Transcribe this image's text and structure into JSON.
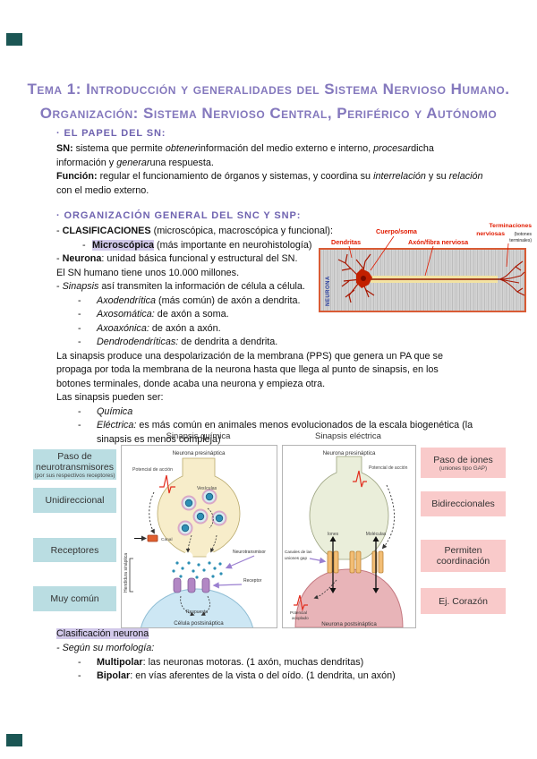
{
  "colors": {
    "title_purple": "#8478bd",
    "heading_purple": "#6f63b0",
    "highlight_lavender": "#d2c9ea",
    "teal_box": "#badde2",
    "pink_box": "#f9caca",
    "red_label": "#e11b00",
    "figure_border": "#d95b35",
    "neurona_blue": "#2a3f9f",
    "corner_mark": "#1b5654"
  },
  "header": {
    "title_line1": "Tema 1: Introducción y generalidades del Sistema Nervioso Humano.",
    "title_line2": "Organización: Sistema Nervioso Central, Periférico y Autónomo"
  },
  "papel": {
    "heading": "· EL PAPEL DEL SN:",
    "sn_label": "SN:",
    "sn_t1": " sistema que permite ",
    "sn_i1": "obtener",
    "sn_t2": "información del medio externo e interno, ",
    "sn_i2": "procesar",
    "sn_t3": "dicha información y ",
    "sn_i3": "generar",
    "sn_t4": "una respuesta.",
    "fn_label": "Función:",
    "fn_t1": " regular el funcionamiento de órganos y sistemas, y coordina su ",
    "fn_i1": "interrelación",
    "fn_t2": " y su ",
    "fn_i2": "relación",
    "fn_t3": " con el medio externo."
  },
  "org": {
    "heading": "· ORGANIZACIÓN GENERAL DEL SNC Y SNP:",
    "dash": "-",
    "l1_pre": "- ",
    "l1_b": "CLASIFICACIONES",
    "l1_rest": " (microscópica, macroscópica y funcional):",
    "micro_hl": "Microscópica",
    "micro_rest": " (más importante en neurohistología)",
    "l2_pre": "- ",
    "l2_b": "Neurona",
    "l2_rest": ": unidad básica funcional y estructural del SN.",
    "l3": "El SN humano tiene unos 10.000 millones.",
    "l4_pre": "- ",
    "l4_i": "Sinapsis",
    "l4_rest": " así transmiten la información de célula a célula.",
    "s1_i": "Axodendrítica",
    "s1_rest": " (más común) de axón a dendrita.",
    "s2_i": "Axosomática:",
    "s2_rest": " de axón a soma.",
    "s3_i": "Axoaxónica:",
    "s3_rest": " de axón a axón.",
    "s4_i": "Dendrodendríticas:",
    "s4_rest": " de dendrita a dendrita.",
    "para": "La sinapsis produce una despolarización de la membrana (PPS) que genera un PA que se propaga por toda la membrana de la neurona hasta que llega al punto de sinapsis, en los botones terminales, donde acaba una neurona y empieza otra.",
    "pueden": "Las sinapsis pueden ser:",
    "q_i": "Química",
    "e_i": "Eléctrica:",
    "e_rest": " es más común en animales menos evolucionados de la escala biogenética (la sinapsis es menos compleja)"
  },
  "neuron_fig": {
    "side": "NEURONA",
    "dendritas": "Dendritas",
    "cuerpo": "Cuerpo/soma",
    "axon": "Axón/fibra nerviosa",
    "term1": "Terminaciones",
    "term2": "nerviosas",
    "bot1": "(botones",
    "bot2": "terminales)"
  },
  "fig": {
    "left_title": "Sinapsis química",
    "right_title": "Sinapsis eléctrica",
    "left_boxes": [
      {
        "label": "Paso de neurotransmisores",
        "sub": "(por sus respectivos receptores)"
      },
      {
        "label": "Unidireccional"
      },
      {
        "label": "Receptores"
      },
      {
        "label": "Muy común"
      }
    ],
    "right_boxes": [
      {
        "label": "Paso de iones",
        "sub": "(uniones tipo GAP)"
      },
      {
        "label": "Bidireccionales"
      },
      {
        "label": "Permiten coordinación"
      },
      {
        "label": "Ej. Corazón"
      }
    ],
    "chem": {
      "top": "Neurona presináptica",
      "ap": "Potencial de acción",
      "vesiculas": "Vesículas",
      "canal": "Canal",
      "hendidura": "Hendidura sináptica",
      "neurotransmisor": "Neurotransmisor",
      "receptor": "Receptor",
      "respuesta": "Respuesta",
      "bottom": "Célula postsináptica"
    },
    "elec": {
      "top": "Neurona presináptica",
      "ap": "Potencial de acción",
      "iones": "Iones",
      "moleculas": "Moléculas",
      "canales1": "Canales de las",
      "canales2": "uniones gap",
      "pot1": "Potencial",
      "pot2": "acoplado",
      "bottom": "Neurona postsináptica"
    }
  },
  "clasif": {
    "heading": "Clasificación neurona",
    "morf": "- Según su morfología:",
    "dash": "-",
    "m_b": "Multipolar",
    "m_rest": ": las neuronas motoras. (1 axón, muchas dendritas)",
    "b_b": "Bipolar",
    "b_rest": ": en vías aferentes de la vista o del oído. (1 dendrita, un axón)"
  }
}
